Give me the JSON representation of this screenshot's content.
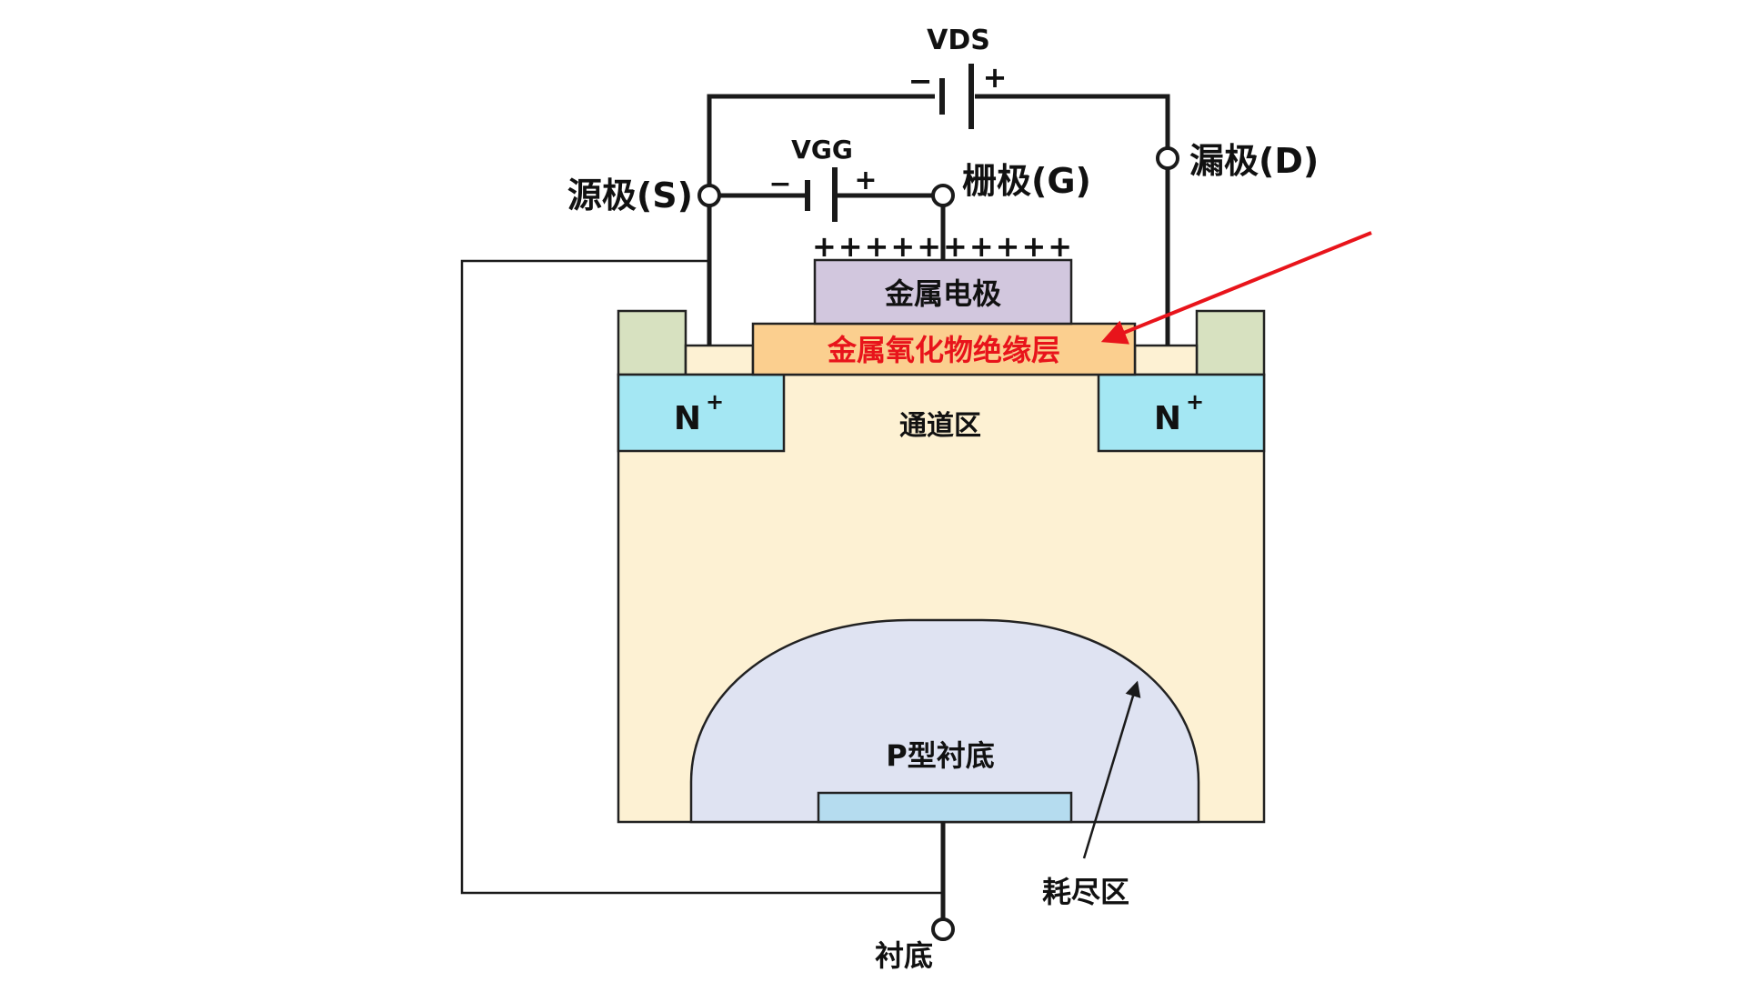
{
  "labels": {
    "vds": "VDS",
    "vgg": "VGG",
    "minus": "−",
    "plus": "+",
    "source": "源极(S)",
    "gate": "栅极(G)",
    "drain": "漏极(D)",
    "gate_charges": "++++++++++",
    "metal_electrode": "金属电极",
    "oxide_layer": "金属氧化物绝缘层",
    "n_plus_left": "N",
    "n_plus_right": "N",
    "n_plus_sup": "+",
    "channel": "通道区",
    "p_substrate": "P型衬底",
    "depletion": "耗尽区",
    "substrate_terminal": "衬底"
  },
  "colors": {
    "substrate": "#fdf1d3",
    "metal_electrode": "#d2c7de",
    "oxide": "#fbcf8f",
    "oxide_text": "#e8141b",
    "n_plus": "#a4e7f3",
    "contact_pad": "#d7e1c0",
    "depletion": "#dfe3f2",
    "substrate_contact": "#b5dcef",
    "arrow_red": "#e8141b",
    "wire": "#1a1a1a"
  }
}
